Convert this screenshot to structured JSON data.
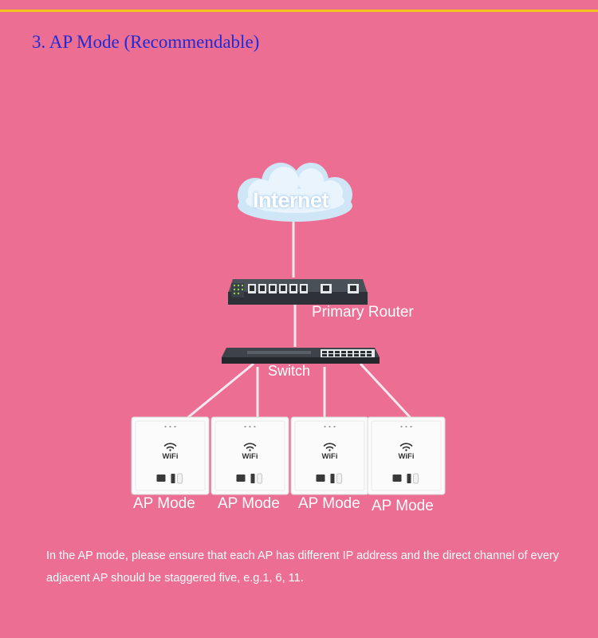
{
  "title": "3. AP Mode (Recommendable)",
  "nodes": {
    "internet": "Internet",
    "router": "Primary Router",
    "switch": "Switch",
    "ap_label": "AP Mode",
    "wifi_text": "WiFi"
  },
  "description": "In the AP mode, please ensure that each AP has different IP address and the direct channel of every adjacent AP should be staggered five, e.g.1, 6, 11.",
  "colors": {
    "background": "#ec6e92",
    "title": "#1f2bd6",
    "rule": "#f4c21d",
    "lines": "#f6e8ef"
  }
}
